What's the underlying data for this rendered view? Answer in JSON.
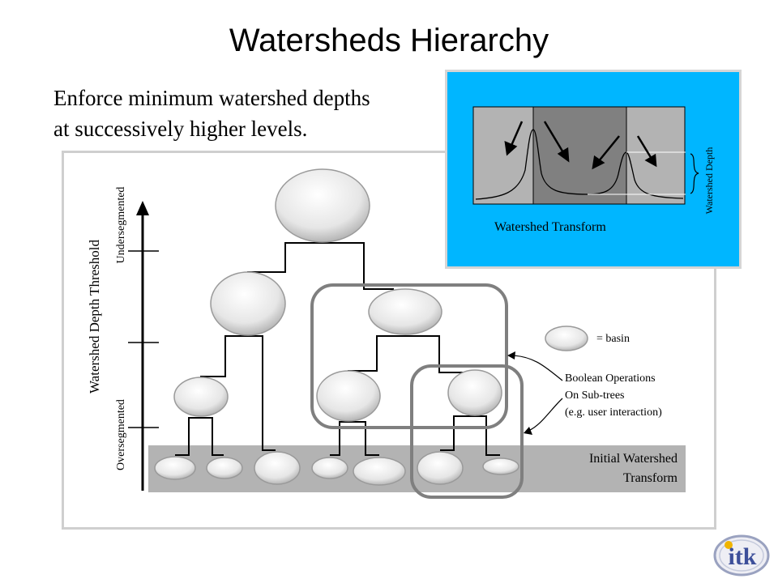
{
  "title": "Watersheds Hierarchy",
  "subtitle_lines": [
    "Enforce minimum watershed depths",
    "at successively higher levels."
  ],
  "axis": {
    "title": "Watershed Depth Threshold",
    "top_label": "Undersegmented",
    "bottom_label": "Oversegmented"
  },
  "legend": {
    "basin_label": "= basin"
  },
  "annotation": {
    "lines": [
      "Boolean Operations",
      "On Sub-trees",
      "(e.g. user interaction)"
    ]
  },
  "band": {
    "lines": [
      "Initial Watershed",
      "Transform"
    ]
  },
  "inset": {
    "caption": "Watershed Transform",
    "depth_label": "Watershed Depth"
  },
  "logo": {
    "text": "itk"
  },
  "colors": {
    "inset_background": "#00b6ff",
    "band": "#b3b3b3",
    "panel_border": "#cfcfcf",
    "subtree_box": "#7f7f7f"
  }
}
